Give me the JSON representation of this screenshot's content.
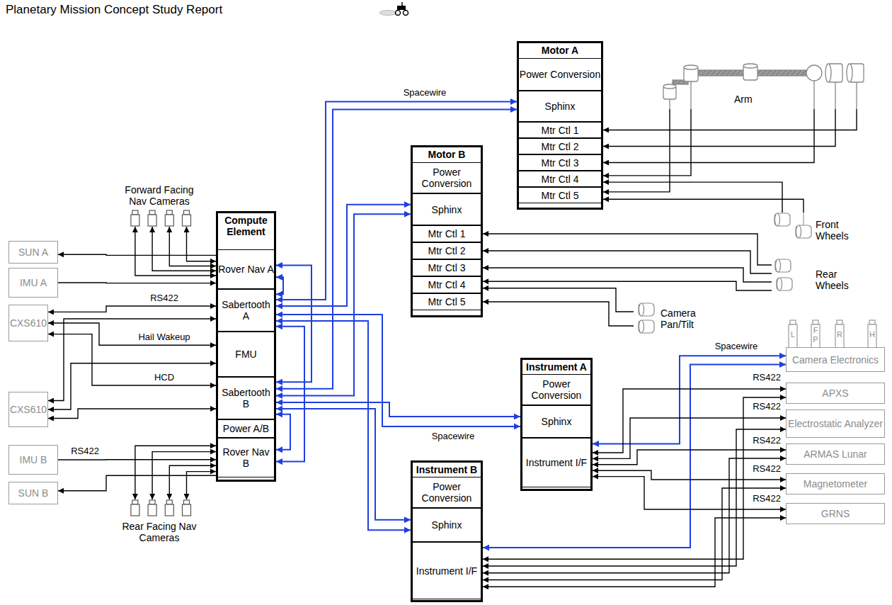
{
  "diagram": {
    "title": "Planetary Mission Concept Study Report",
    "nodes": [
      {
        "text": [
          "SUN A"
        ]
      },
      {
        "text": [
          "IMU A"
        ]
      },
      {
        "text": [
          "CXS610"
        ]
      },
      {
        "text": [
          "CXS610"
        ]
      },
      {
        "text": [
          "IMU B"
        ]
      },
      {
        "text": [
          "SUN B"
        ]
      },
      {
        "text": [
          "Forward Facing Nav Cameras"
        ]
      },
      {
        "text": [
          "Rear Facing Nav Cameras"
        ]
      },
      {
        "text": [
          "Compute Element"
        ]
      },
      {
        "text": [
          "Rover Nav A"
        ],
        "in": 8
      },
      {
        "text": [
          "Sabertooth A"
        ],
        "in": 8
      },
      {
        "text": [
          "FMU"
        ],
        "in": 8
      },
      {
        "text": [
          "Sabertooth B"
        ],
        "in": 8
      },
      {
        "text": [
          "Power A/B"
        ],
        "in": 8
      },
      {
        "text": [
          "Rover Nav B"
        ],
        "in": 8
      },
      {
        "text": [
          "Motor A"
        ]
      },
      {
        "text": [
          "Power Conversion"
        ],
        "in": 15
      },
      {
        "text": [
          "Sphinx"
        ],
        "in": 15
      },
      {
        "text": [
          "Mtr Ctl 1"
        ],
        "in": 15
      },
      {
        "text": [
          "Mtr Ctl 2"
        ],
        "in": 15
      },
      {
        "text": [
          "Mtr Ctl 3"
        ],
        "in": 15
      },
      {
        "text": [
          "Mtr Ctl 4"
        ],
        "in": 15
      },
      {
        "text": [
          "Mtr Ctl 5"
        ],
        "in": 15
      },
      {
        "text": [
          "Arm"
        ]
      },
      {
        "text": [
          "Front Wheels"
        ]
      },
      {
        "text": [
          "Motor B"
        ]
      },
      {
        "text": [
          "Power Conversion"
        ],
        "in": 25
      },
      {
        "text": [
          "Sphinx"
        ],
        "in": 25
      },
      {
        "text": [
          "Mtr Ctl 1"
        ],
        "in": 25
      },
      {
        "text": [
          "Mtr Ctl 2"
        ],
        "in": 25
      },
      {
        "text": [
          "Mtr Ctl 3"
        ],
        "in": 25
      },
      {
        "text": [
          "Mtr Ctl 4"
        ],
        "in": 25
      },
      {
        "text": [
          "Mtr Ctl 5"
        ],
        "in": 25
      },
      {
        "text": [
          "Rear Wheels"
        ]
      },
      {
        "text": [
          "Camera Pan/Tilt"
        ]
      },
      {
        "text": [
          "Instrument A"
        ]
      },
      {
        "text": [
          "Power Conversion"
        ],
        "in": 35
      },
      {
        "text": [
          "Sphinx"
        ],
        "in": 35
      },
      {
        "text": [
          "Instrument I/F"
        ],
        "in": 35
      },
      {
        "text": [
          "Instrument B"
        ]
      },
      {
        "text": [
          "Power Conversion"
        ],
        "in": 39
      },
      {
        "text": [
          "Sphinx"
        ],
        "in": 39
      },
      {
        "text": [
          "Instrument I/F"
        ],
        "in": 39
      },
      {
        "text": [
          "Camera Electronics"
        ]
      },
      {
        "text": [
          "APXS"
        ]
      },
      {
        "text": [
          "Electrostatic Analyzer"
        ]
      },
      {
        "text": [
          "ARMAS Lunar"
        ]
      },
      {
        "text": [
          "Magnetometer"
        ]
      },
      {
        "text": [
          "GRNS"
        ]
      }
    ],
    "edges": [
      {
        "from": 9,
        "to": 0,
        "arrow": "to"
      },
      {
        "from": 1,
        "to": 9,
        "arrow": "to"
      },
      {
        "from": 6,
        "to": 9,
        "arrow": "both"
      },
      {
        "from": 6,
        "to": 9,
        "arrow": "both"
      },
      {
        "from": 6,
        "to": 9,
        "arrow": "both"
      },
      {
        "from": 6,
        "to": 9,
        "arrow": "both"
      },
      {
        "from": 2,
        "to": 10,
        "arrow": "both",
        "label": "RS422"
      },
      {
        "from": 2,
        "to": 11,
        "arrow": "both",
        "label": "Hail Wakeup"
      },
      {
        "from": 2,
        "to": 12,
        "arrow": "both",
        "label": "HCD"
      },
      {
        "from": 3,
        "to": 10,
        "arrow": "both"
      },
      {
        "from": 3,
        "to": 11,
        "arrow": "both"
      },
      {
        "from": 3,
        "to": 12,
        "arrow": "both"
      },
      {
        "from": 4,
        "to": 14,
        "arrow": "to",
        "label": "RS422"
      },
      {
        "from": 14,
        "to": 7,
        "arrow": "both"
      },
      {
        "from": 14,
        "to": 7,
        "arrow": "both"
      },
      {
        "from": 14,
        "to": 7,
        "arrow": "both"
      },
      {
        "from": 14,
        "to": 7,
        "arrow": "both"
      },
      {
        "from": 14,
        "to": 5,
        "arrow": "to"
      },
      {
        "from": 10,
        "to": 9,
        "arrow": "both"
      },
      {
        "from": 10,
        "to": 14,
        "arrow": "both"
      },
      {
        "from": 12,
        "to": 9,
        "arrow": "both"
      },
      {
        "from": 12,
        "to": 14,
        "arrow": "both"
      },
      {
        "from": 10,
        "to": 17,
        "arrow": "both",
        "label": "Spacewire"
      },
      {
        "from": 12,
        "to": 17,
        "arrow": "both"
      },
      {
        "from": 10,
        "to": 27,
        "arrow": "both"
      },
      {
        "from": 12,
        "to": 27,
        "arrow": "both"
      },
      {
        "from": 10,
        "to": 37,
        "arrow": "both",
        "label": "Spacewire"
      },
      {
        "from": 12,
        "to": 37,
        "arrow": "both"
      },
      {
        "from": 10,
        "to": 41,
        "arrow": "both"
      },
      {
        "from": 12,
        "to": 41,
        "arrow": "both"
      },
      {
        "from": 38,
        "to": 43,
        "arrow": "both",
        "label": "Spacewire"
      },
      {
        "from": 42,
        "to": 43,
        "arrow": "both"
      },
      {
        "from": 38,
        "to": 44,
        "arrow": "both"
      },
      {
        "from": 38,
        "to": 45,
        "arrow": "both"
      },
      {
        "from": 38,
        "to": 46,
        "arrow": "both"
      },
      {
        "from": 38,
        "to": 47,
        "arrow": "both"
      },
      {
        "from": 38,
        "to": 48,
        "arrow": "both"
      },
      {
        "from": 42,
        "to": 44,
        "arrow": "both",
        "label": "RS422"
      },
      {
        "from": 42,
        "to": 45,
        "arrow": "both",
        "label": "RS422"
      },
      {
        "from": 42,
        "to": 46,
        "arrow": "both",
        "label": "RS422"
      },
      {
        "from": 42,
        "to": 47,
        "arrow": "both",
        "label": "RS422"
      },
      {
        "from": 42,
        "to": 48,
        "arrow": "both",
        "label": "RS422"
      },
      {
        "from": 23,
        "to": 18,
        "arrow": "to"
      },
      {
        "from": 23,
        "to": 19,
        "arrow": "to"
      },
      {
        "from": 23,
        "to": 20,
        "arrow": "to"
      },
      {
        "from": 23,
        "to": 21,
        "arrow": "to"
      },
      {
        "from": 23,
        "to": 22,
        "arrow": "to"
      },
      {
        "from": 24,
        "to": 21,
        "arrow": "to"
      },
      {
        "from": 24,
        "to": 22,
        "arrow": "to"
      },
      {
        "from": 33,
        "to": 28,
        "arrow": "to"
      },
      {
        "from": 33,
        "to": 29,
        "arrow": "to"
      },
      {
        "from": 33,
        "to": 30,
        "arrow": "to"
      },
      {
        "from": 33,
        "to": 31,
        "arrow": "to"
      },
      {
        "from": 34,
        "to": 31,
        "arrow": "to"
      },
      {
        "from": 34,
        "to": 32,
        "arrow": "to"
      }
    ],
    "labels": [
      "L",
      "F",
      "P",
      "R",
      "H"
    ]
  }
}
